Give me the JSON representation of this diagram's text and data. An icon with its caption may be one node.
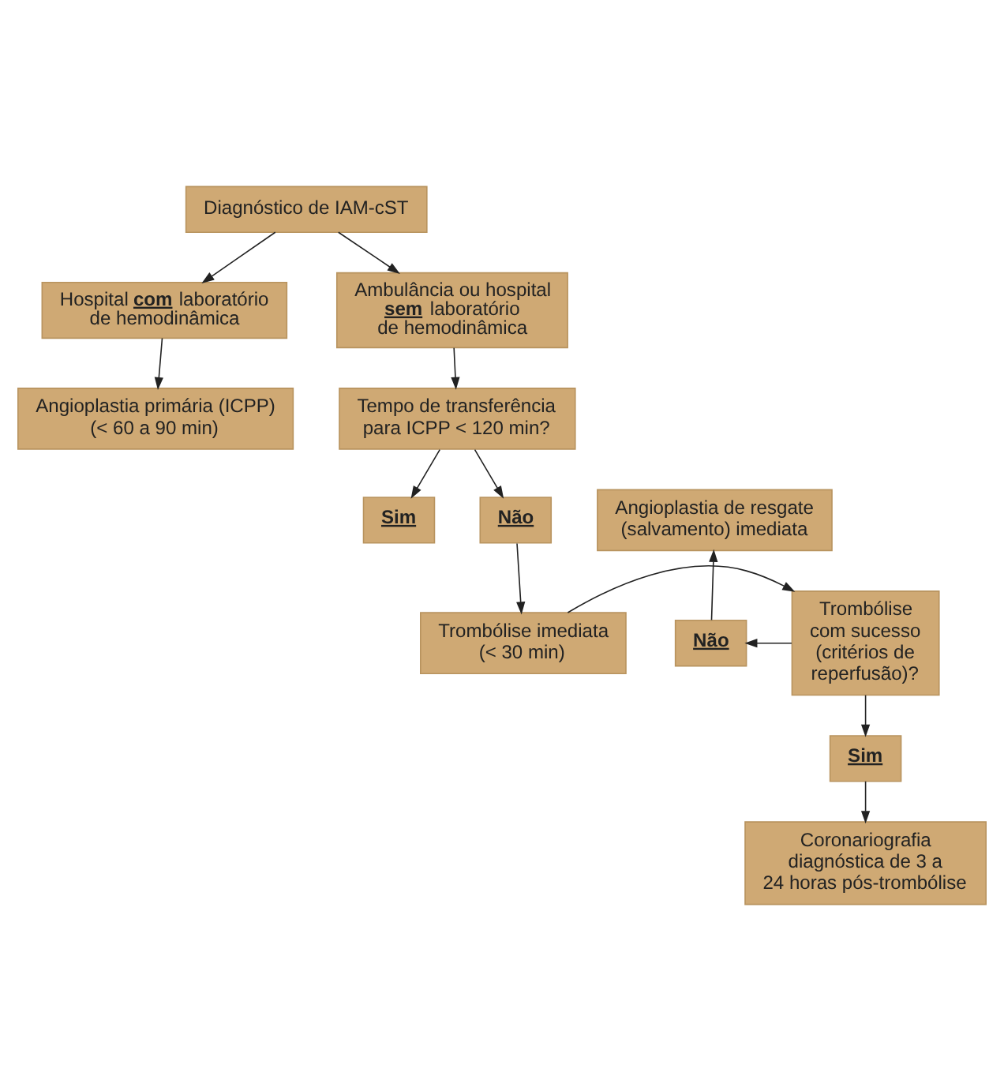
{
  "diagram": {
    "nodes": [
      {
        "text": [
          "Diagnóstico de IAM-cST"
        ]
      },
      {
        "text": [
          "Hospital **com** laboratório de hemodinâmica"
        ]
      },
      {
        "text": [
          "Ambulância ou hospital **sem** laboratório de hemodinâmica"
        ]
      },
      {
        "text": [
          "Angioplastia primária (ICPP) (< 60 a 90 min)"
        ]
      },
      {
        "text": [
          "Tempo de transferência para ICPP < 120 min?"
        ]
      },
      {
        "text": [
          "Angioplastia de resgate (salvamento) imediata"
        ]
      },
      {
        "text": [
          "Sim"
        ]
      },
      {
        "text": [
          "Não"
        ]
      },
      {
        "text": [
          "Não"
        ]
      },
      {
        "text": [
          "Trombólise com sucesso (critérios de reperfusão)?"
        ]
      },
      {
        "text": [
          "Trombólise imediata (< 30 min)"
        ]
      },
      {
        "text": [
          "Sim"
        ]
      },
      {
        "text": [
          "Coronariografia diagnóstica de 3 a 24 horas pós-trombólise"
        ]
      }
    ],
    "edges": [
      {
        "from": 0,
        "to": 1,
        "arrow": "to"
      },
      {
        "from": 0,
        "to": 2,
        "arrow": "to"
      },
      {
        "from": 1,
        "to": 3,
        "arrow": "to"
      },
      {
        "from": 2,
        "to": 4,
        "arrow": "to"
      },
      {
        "from": 4,
        "to": 6,
        "arrow": "to"
      },
      {
        "from": 4,
        "to": 7,
        "arrow": "to"
      },
      {
        "from": 7,
        "to": 10,
        "arrow": "to"
      },
      {
        "from": 10,
        "to": 9,
        "arrow": "to"
      },
      {
        "from": 9,
        "to": 8,
        "arrow": "to"
      },
      {
        "from": 9,
        "to": 11,
        "arrow": "to"
      },
      {
        "from": 8,
        "to": 5,
        "arrow": "to"
      },
      {
        "from": 11,
        "to": 12,
        "arrow": "to"
      }
    ]
  }
}
